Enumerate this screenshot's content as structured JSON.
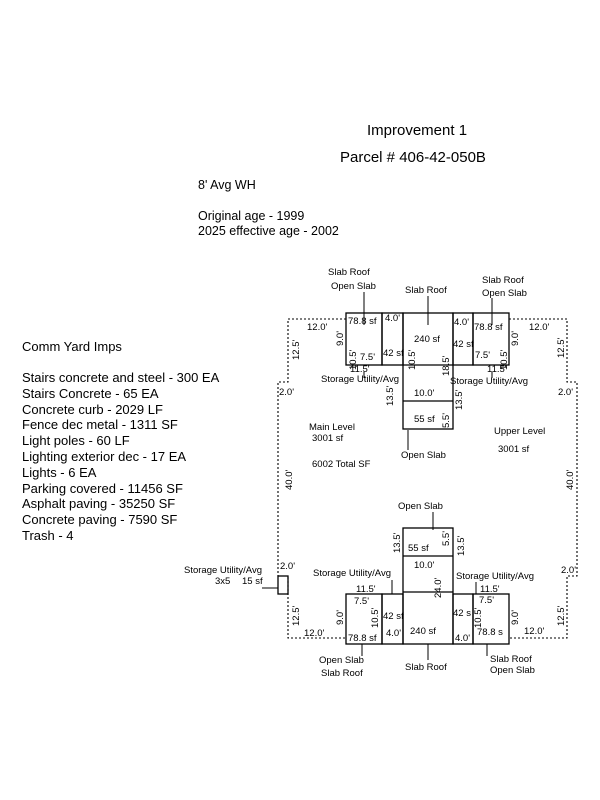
{
  "header": {
    "title": "Improvement 1",
    "parcel": "Parcel # 406-42-050B"
  },
  "info": {
    "wall_height": "8' Avg WH",
    "original_age": "Original age - 1999",
    "effective_age": "2025 effective age - 2002"
  },
  "yard_imps": {
    "heading": "Comm Yard Imps",
    "items": [
      "Stairs concrete and steel - 300 EA",
      "Stairs Concrete - 65 EA",
      "Concrete curb - 2029 LF",
      "Fence dec metal - 1311 SF",
      "Light poles - 60 LF",
      "Lighting exterior dec - 17 EA",
      "Lights - 6 EA",
      "Parking covered - 11456 SF",
      "Asphalt paving - 35250 SF",
      "Concrete paving - 7590 SF",
      "Trash - 4"
    ]
  },
  "sketch": {
    "labels": {
      "slab_roof_open_slab_tl_1": "Slab Roof",
      "slab_roof_open_slab_tl_2": "Open Slab",
      "slab_roof_top": "Slab Roof",
      "slab_roof_open_slab_tr_1": "Slab Roof",
      "slab_roof_open_slab_tr_2": "Open Slab",
      "storage_tl": "Storage Utility/Avg",
      "storage_tr": "Storage Utility/Avg",
      "open_slab_mid_top": "Open Slab",
      "main_level": "Main Level",
      "main_level_sf": "3001 sf",
      "total_sf": "6002 Total SF",
      "upper_level": "Upper Level",
      "upper_level_sf": "3001 sf",
      "open_slab_mid_bottom": "Open Slab",
      "storage_bl": "Storage Utility/Avg",
      "storage_br": "Storage Utility/Avg",
      "storage_small_1": "Storage Utility/Avg",
      "storage_small_2": "3x5",
      "storage_small_sf": "15 sf",
      "open_slab_slab_roof_bl_1": "Open Slab",
      "open_slab_slab_roof_bl_2": "Slab Roof",
      "slab_roof_bottom": "Slab Roof",
      "slab_roof_open_slab_br_1": "Slab Roof",
      "slab_roof_open_slab_br_2": "Open Slab"
    },
    "areas": {
      "a78_tl": "78.8 sf",
      "a78_tr": "78.8 sf",
      "a42_tl": "42 sf",
      "a42_tr": "42 sf",
      "a240_top": "240 sf",
      "a55_top": "55 sf",
      "a55_bottom": "55 sf",
      "a42_bl": "42 sf",
      "a42_br": "42 s",
      "a240_bottom": "240 sf",
      "a78_bl": "78.8 sf",
      "a78_br": "78.8 s"
    },
    "dims": {
      "d12_tl": "12.0'",
      "d12_tr": "12.0'",
      "d12_bl": "12.0'",
      "d12_br": "12.0'",
      "d125_tl": "12.5'",
      "d125_tr": "12.5'",
      "d125_bl": "12.5'",
      "d125_br": "12.5'",
      "d2_lt": "2.0'",
      "d2_rt": "2.0'",
      "d2_lb": "2.0'",
      "d2_rb": "2.0'",
      "d40_l": "40.0'",
      "d40_r": "40.0'",
      "d9_tl": "9.0'",
      "d9_tr": "9.0'",
      "d9_bl": "9.0'",
      "d9_br": "9.0'",
      "d105_tl": "10.5'",
      "d105_tr": "10.5'",
      "d105_tm": "10.5'",
      "d105_bl": "10.5'",
      "d105_br": "10.5'",
      "d4_tl": "4.0'",
      "d4_tr": "4.0'",
      "d4_bl": "4.0'",
      "d4_br": "4.0'",
      "d75_tl": "7.5'",
      "d75_tr": "7.5'",
      "d75_bl": "7.5'",
      "d75_br": "7.5'",
      "d115_tl": "11.5'",
      "d115_tr": "11.5'",
      "d115_bl": "11.5'",
      "d115_br": "11.5'",
      "d185_t": "18.5'",
      "d135_tl": "13.5'",
      "d135_tr": "13.5'",
      "d135_bl": "13.5'",
      "d135_br": "13.5'",
      "d10_t": "10.0'",
      "d10_b": "10.0'",
      "d55_t": "5.5'",
      "d55_b": "5.5'",
      "d24_b": "24.0'"
    }
  }
}
